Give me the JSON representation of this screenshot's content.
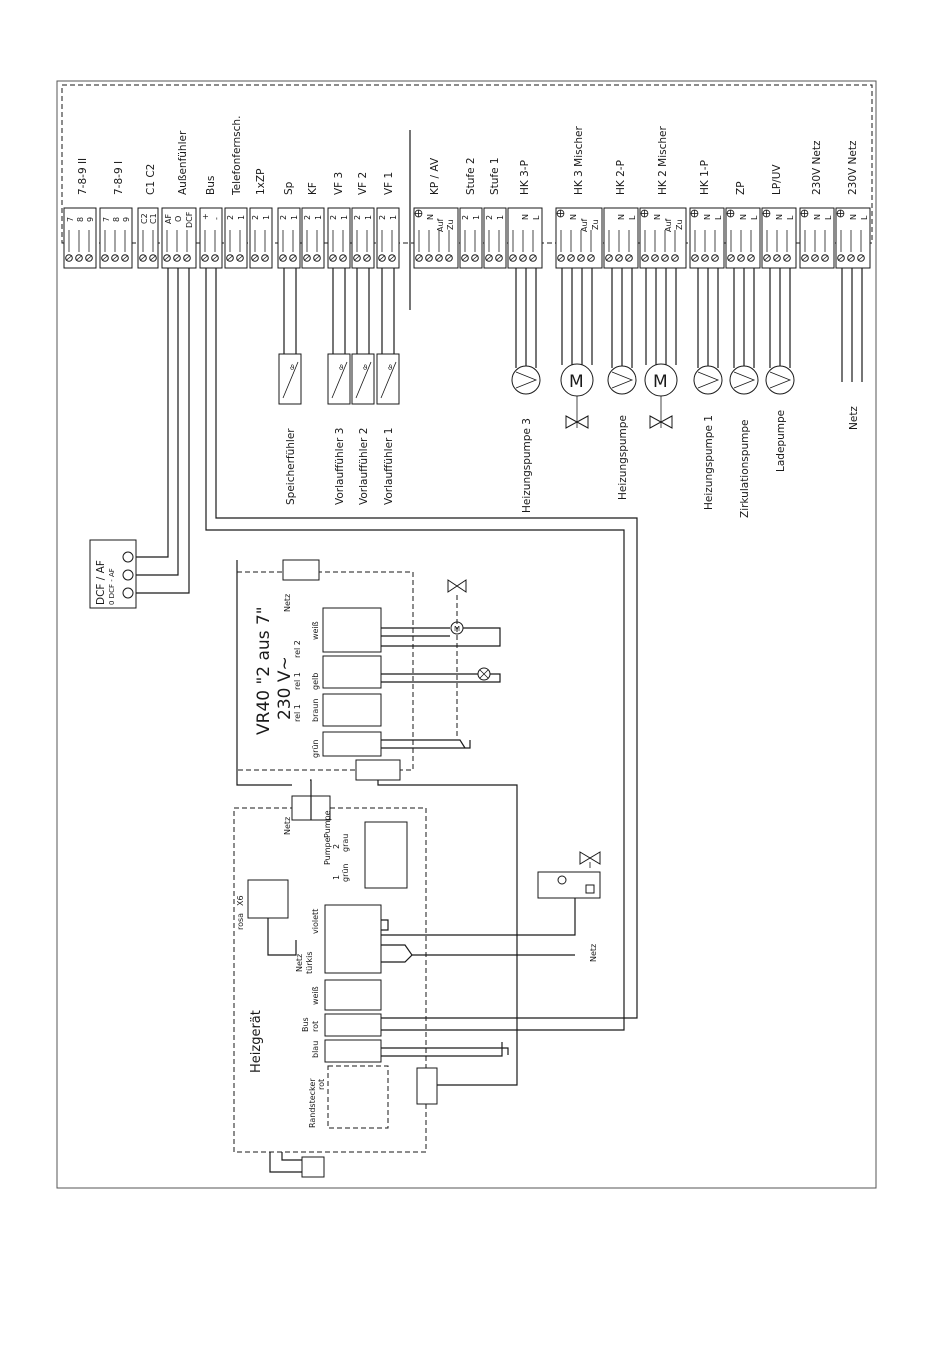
{
  "header_labels": {
    "t789_2": "7-8-9 II",
    "t789_1": "7-8-9 I",
    "c1c2": "C1 C2",
    "aussen": "Außenfühler",
    "bus": "Bus",
    "telefon": "Telefonfernsch.",
    "zp1x": "1xZP",
    "sp": "Sp",
    "kf": "KF",
    "vf3": "VF 3",
    "vf2": "VF 2",
    "vf1": "VF 1",
    "kpav": "KP / AV",
    "stufe2": "Stufe 2",
    "stufe1": "Stufe 1",
    "hk3p": "HK 3-P",
    "hk3m": "HK 3 Mischer",
    "hk2p": "HK 2-P",
    "hk2m": "HK 2 Mischer",
    "hk1p": "HK 1-P",
    "zp": "ZP",
    "lpuv": "LP/UV",
    "netz230a": "230V Netz",
    "netz230b": "230V Netz"
  },
  "terminal_marks": {
    "n7": "7",
    "n8": "8",
    "n9": "9",
    "c1": "C1",
    "c2": "C2",
    "af": "AF",
    "o": "O",
    "dcf": "DCF",
    "plus": "+",
    "minus": "-",
    "one": "1",
    "two": "2",
    "n": "N",
    "l": "L",
    "auf": "Auf",
    "zu": "Zu"
  },
  "component_labels": {
    "speicherfuehler": "Speicherfühler",
    "vorlauf3": "Vorlauffühler 3",
    "vorlauf2": "Vorlauffühler 2",
    "vorlauf1": "Vorlauffühler 1",
    "hzpumpe3": "Heizungspumpe 3",
    "hzpumpe": "Heizungspumpe",
    "hzpumpe1": "Heizungspumpe 1",
    "zirkpumpe": "Zirkulationspumpe",
    "ladepumpe": "Ladepumpe",
    "netz": "Netz",
    "motor": "M"
  },
  "dcf_box": {
    "title": "DCF / AF",
    "sub": "0  DCF - AF"
  },
  "vr40": {
    "title": "VR40 \"2 aus 7\"",
    "voltage": "230 V~",
    "netz": "Netz",
    "rel2": "rel 2",
    "weiss": "weiß",
    "rel1": "rel 1",
    "gelb": "gelb",
    "rel1b": "rel 1",
    "braun": "braun",
    "gruen": "grün"
  },
  "heizgeraet": {
    "title": "Heizgerät",
    "netz": "Netz",
    "pumpe1": "Pumpe",
    "p1": "1",
    "gruen": "grün",
    "pumpe2": "Pumpe",
    "p2": "2",
    "grau": "grau",
    "rosa": "rosa",
    "x6": "X6",
    "netz2": "Netz",
    "tuerkis": "türkis",
    "violett": "violett",
    "bus": "Bus",
    "rot": "rot",
    "weiss": "weiß",
    "blau": "blau",
    "randstecker": "Randstecker",
    "rot2": "rot",
    "netz_ext": "Netz"
  }
}
